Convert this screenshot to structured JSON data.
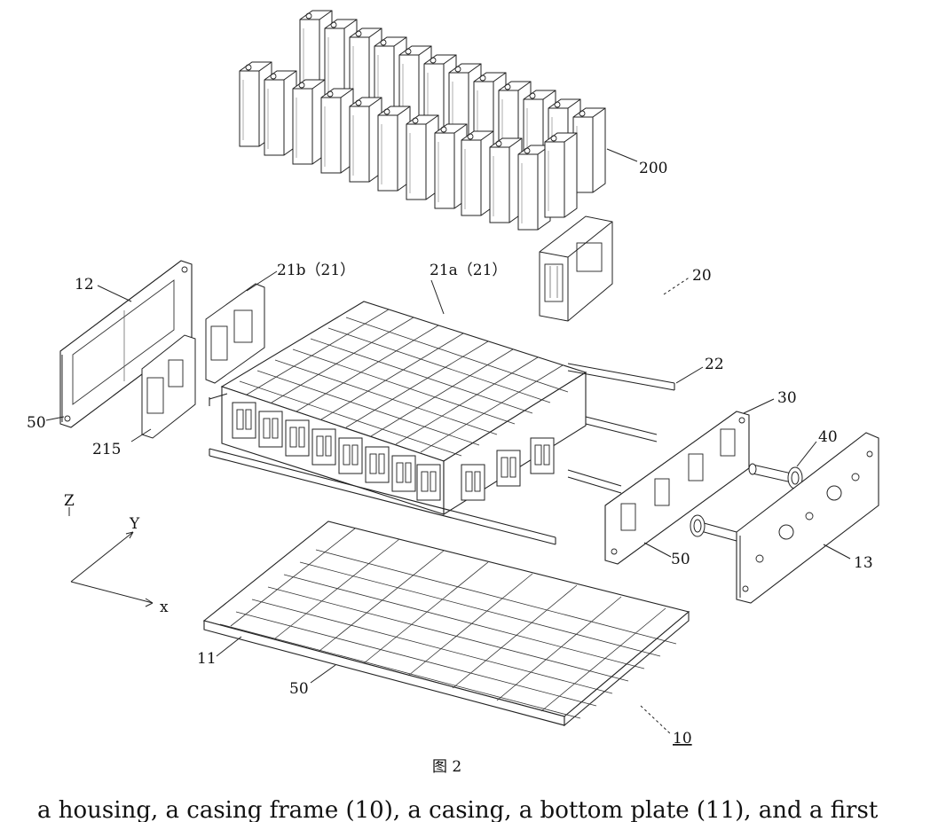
{
  "figure": {
    "caption": "图 2",
    "labels": {
      "cells": "200",
      "module": "20",
      "bracket_21b": "21b（21）",
      "bracket_21a": "21a（21）",
      "end_plate_left": "12",
      "fastener_left": "50",
      "part_215": "215",
      "rod": "22",
      "plate_30": "30",
      "bolt_40": "40",
      "fastener_right": "50",
      "end_plate_right": "13",
      "bottom_plate": "11",
      "fastener_bottom": "50",
      "frame": "10"
    },
    "axes": {
      "z": "Z",
      "y": "Y",
      "x": "x"
    }
  },
  "text_below": "a housing, a casing frame (10), a casing, a bottom plate (11), and a first"
}
